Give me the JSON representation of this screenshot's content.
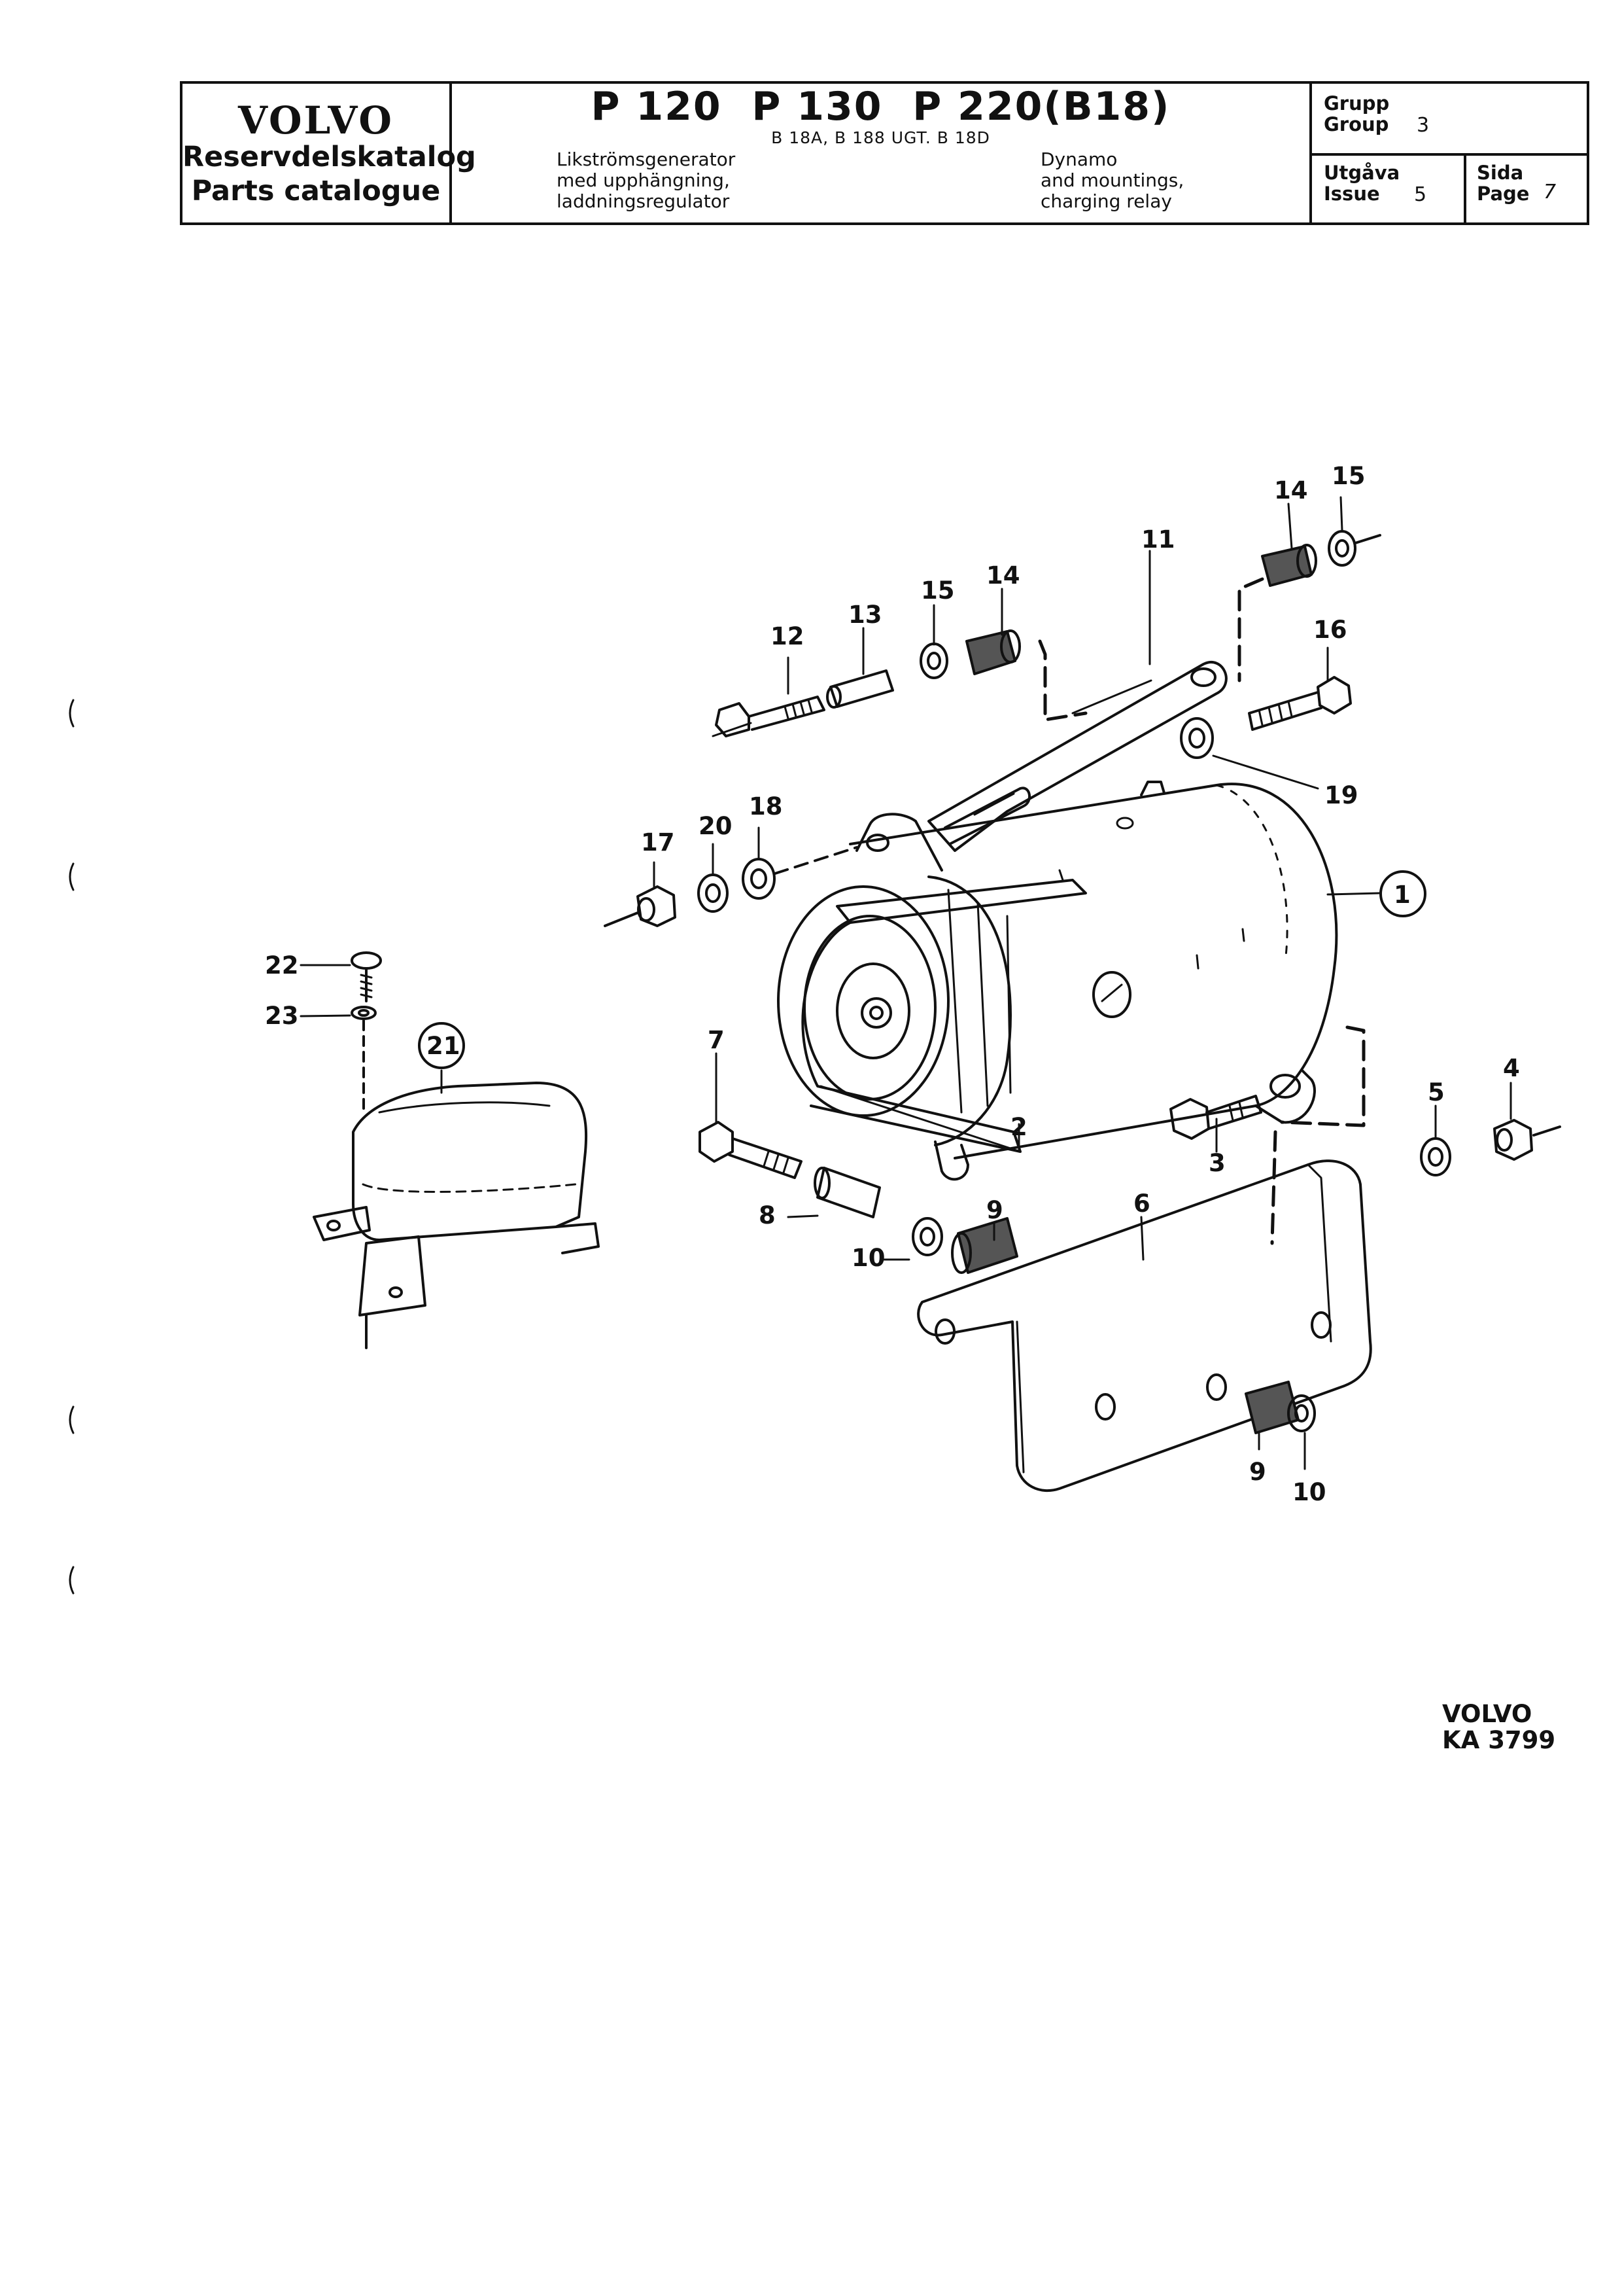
{
  "header": {
    "brand": "VOLVO",
    "catalog_sv": "Reservdelskatalog",
    "catalog_en": "Parts catalogue",
    "models": "P 120  P 130  P 220(B18)",
    "engines": "B 18A, B 188 UGT. B 18D",
    "desc_sv": [
      "Likströmsgenerator",
      "med upphängning,",
      "laddningsregulator"
    ],
    "desc_en": [
      "Dynamo",
      "and mountings,",
      "charging relay"
    ],
    "group_label_sv": "Grupp",
    "group_label_en": "Group",
    "group_value": "3",
    "issue_label_sv": "Utgåva",
    "issue_label_en": "Issue",
    "issue_value": "5",
    "page_label_sv": "Sida",
    "page_label_en": "Page",
    "page_value": "7"
  },
  "callouts": {
    "c1": "1",
    "c2": "2",
    "c3": "3",
    "c4": "4",
    "c5": "5",
    "c6": "6",
    "c7": "7",
    "c8": "8",
    "c9a": "9",
    "c9b": "9",
    "c10a": "10",
    "c10b": "10",
    "c11": "11",
    "c12": "12",
    "c13": "13",
    "c14a": "14",
    "c14b": "14",
    "c15a": "15",
    "c15b": "15",
    "c16": "16",
    "c17": "17",
    "c18": "18",
    "c19": "19",
    "c20": "20",
    "c21": "21",
    "c22": "22",
    "c23": "23"
  },
  "footer": {
    "brand": "VOLVO",
    "code": "KA 3799"
  }
}
